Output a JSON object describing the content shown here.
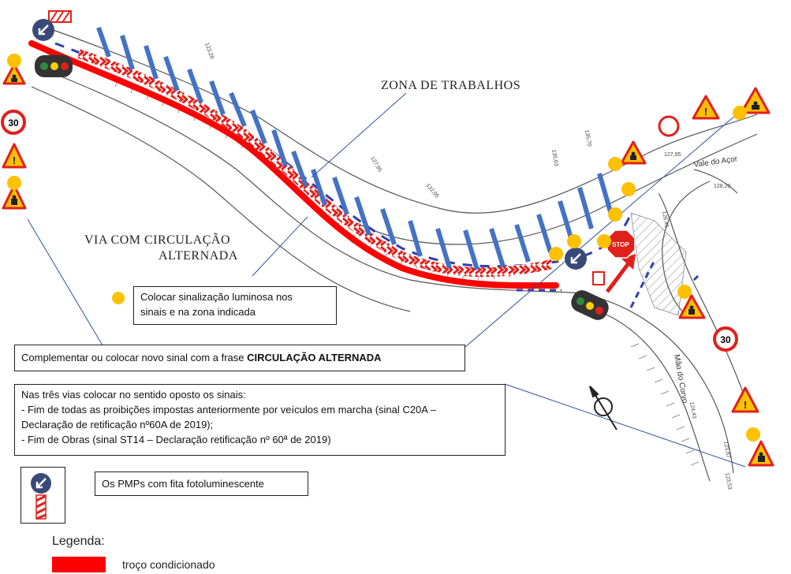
{
  "callouts": {
    "zona_trabalhos": "ZONA DE TRABALHOS",
    "via_line1": "VIA COM CIRCULAÇÃO",
    "via_line2": "ALTERNADA"
  },
  "map_labels": {
    "vale_do_acor": "Vale do Açor",
    "mao_do_corvo": "Mão do Corvo",
    "speed_limit": "30",
    "stop": "STOP"
  },
  "boxes": {
    "luminosa_line1": "Colocar sinalização luminosa nos",
    "luminosa_line2": "sinais e na zona indicada",
    "complementar_prefix": "Complementar ou colocar novo sinal com a frase ",
    "complementar_bold": "CIRCULAÇÃO ALTERNADA",
    "oposto_line1": "Nas três vias colocar no sentido oposto os sinais:",
    "oposto_line2": "- Fim de todas as proibições impostas anteriormente por veículos em marcha (sinal C20A –",
    "oposto_line3": "Declaração de retificação nº60A de 2019);",
    "oposto_line4": "- Fim de Obras (sinal ST14 – Declaração retificação nº 60ª de 2019)",
    "pmp_text": "Os PMPs  com fita fotoluminescente"
  },
  "legend": {
    "title": "Legenda:",
    "troco": "troço condicionado"
  },
  "colors": {
    "conditioned_section": "#ff0000",
    "work_barrier": "#4472c4",
    "luminous_dot": "#ffc000",
    "sign_red": "#e0201b",
    "sign_yellow": "#ffc000",
    "pmp_navy": "#3a4a78",
    "leader_line": "#2f5597"
  },
  "icons": [
    "warning-triangle-icon",
    "roadworks-icon",
    "traffic-light-icon",
    "speed-limit-icon",
    "stop-sign-icon",
    "pmp-keep-left-icon",
    "north-arrow-icon"
  ]
}
